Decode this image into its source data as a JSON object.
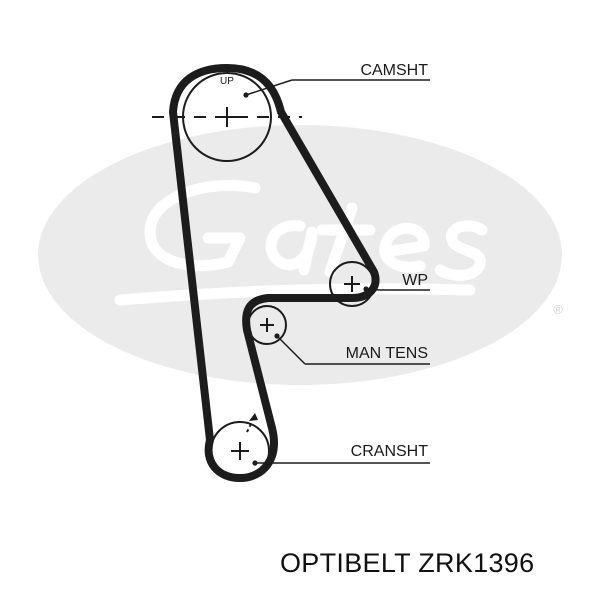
{
  "diagram": {
    "labels": {
      "camshaft": "CAMSHT",
      "water_pump": "WP",
      "tensioner": "MAN TENS",
      "crankshaft": "CRANSHT",
      "up_marker": "UP"
    },
    "watermark": {
      "brand": "Gates",
      "registered_mark": "®"
    },
    "belt_color": "#1c1c1c",
    "watermark_color": "#ebebeb"
  },
  "footer": {
    "caption": "OPTIBELT ZRK1396"
  }
}
